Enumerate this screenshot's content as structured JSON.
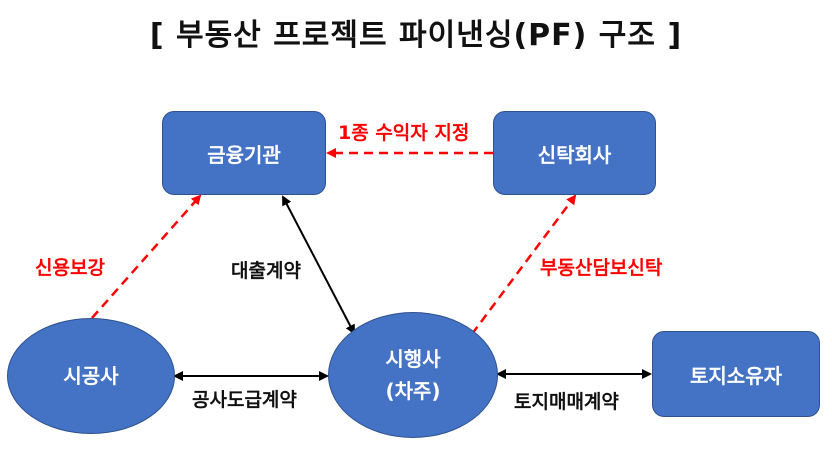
{
  "title": "[ 부동산 프로젝트 파이낸싱(PF) 구조 ]",
  "nodes": {
    "financial": "금융기관",
    "trust": "신탁회사",
    "constructor": "시공사",
    "developer_line1": "시행사",
    "developer_line2": "(차주)",
    "landowner": "토지소유자"
  },
  "edges": {
    "trust_to_financial": "1종 수익자 지정",
    "constructor_to_financial": "신용보강",
    "loan_contract": "대출계약",
    "developer_to_trust": "부동산담보신탁",
    "construction_contract": "공사도급계약",
    "land_contract": "토지매매계약"
  },
  "colors": {
    "node_fill": "#4472c4",
    "node_border": "#2f528f",
    "red_line": "#ff0000",
    "black_line": "#000000"
  }
}
